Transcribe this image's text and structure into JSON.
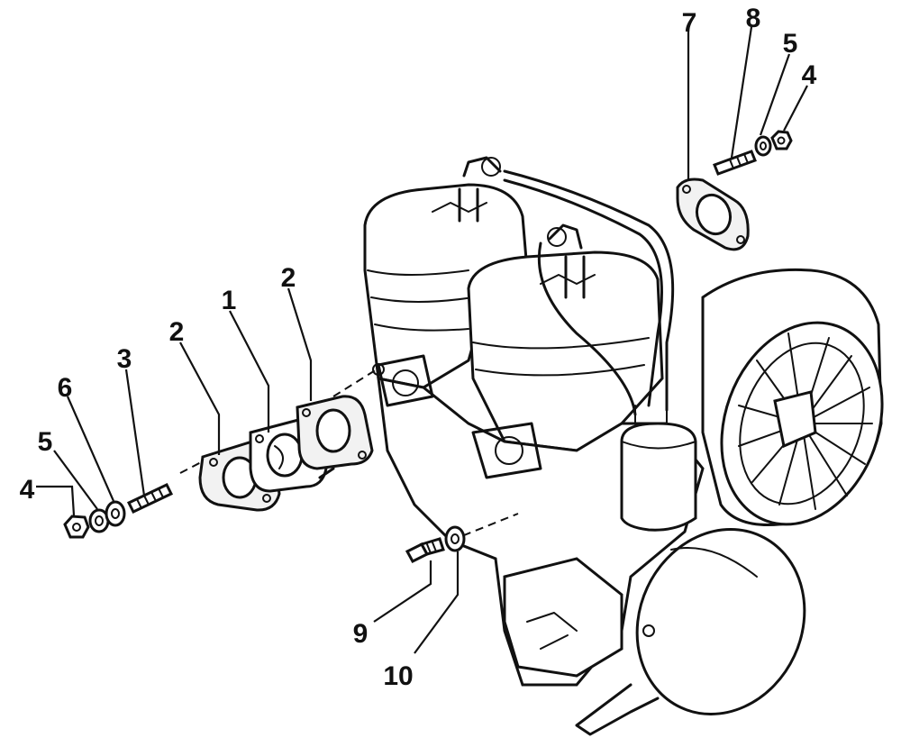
{
  "callouts": [
    {
      "id": "c1",
      "label": "1"
    },
    {
      "id": "c2a",
      "label": "2"
    },
    {
      "id": "c2b",
      "label": "2"
    },
    {
      "id": "c3",
      "label": "3"
    },
    {
      "id": "c4a",
      "label": "4"
    },
    {
      "id": "c4b",
      "label": "4"
    },
    {
      "id": "c5a",
      "label": "5"
    },
    {
      "id": "c5b",
      "label": "5"
    },
    {
      "id": "c6",
      "label": "6"
    },
    {
      "id": "c7",
      "label": "7"
    },
    {
      "id": "c8",
      "label": "8"
    },
    {
      "id": "c9",
      "label": "9"
    },
    {
      "id": "c10",
      "label": "10"
    }
  ]
}
